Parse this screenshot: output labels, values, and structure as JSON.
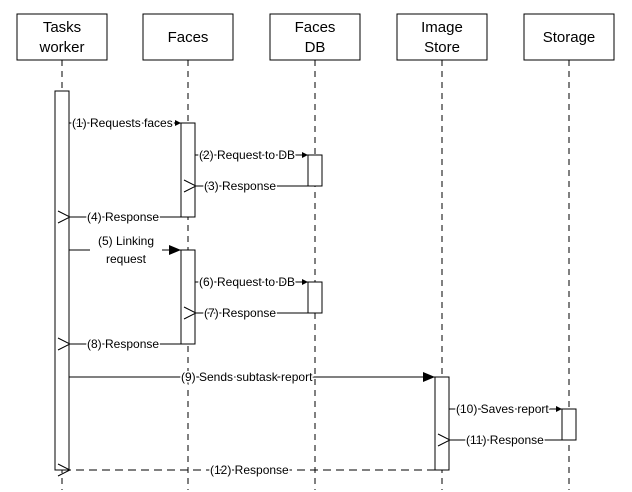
{
  "participants": [
    {
      "id": "tasks",
      "lines": [
        "Tasks",
        "worker"
      ]
    },
    {
      "id": "faces",
      "lines": [
        "Faces"
      ]
    },
    {
      "id": "facesdb",
      "lines": [
        "Faces",
        "DB"
      ]
    },
    {
      "id": "imagestore",
      "lines": [
        "Image",
        "Store"
      ]
    },
    {
      "id": "storage",
      "lines": [
        "Storage"
      ]
    }
  ],
  "messages": [
    {
      "n": 1,
      "label": "(1) Requests faces",
      "from": "tasks",
      "to": "faces",
      "kind": "sync"
    },
    {
      "n": 2,
      "label": "(2) Request to DB",
      "from": "faces",
      "to": "facesdb",
      "kind": "sync"
    },
    {
      "n": 3,
      "label": "(3) Response",
      "from": "facesdb",
      "to": "faces",
      "kind": "reply"
    },
    {
      "n": 4,
      "label": "(4) Response",
      "from": "faces",
      "to": "tasks",
      "kind": "reply"
    },
    {
      "n": 5,
      "label": "(5) Linking request",
      "from": "tasks",
      "to": "faces",
      "kind": "sync"
    },
    {
      "n": 6,
      "label": "(6) Request to DB",
      "from": "faces",
      "to": "facesdb",
      "kind": "sync"
    },
    {
      "n": 7,
      "label": "(7) Response",
      "from": "facesdb",
      "to": "faces",
      "kind": "reply"
    },
    {
      "n": 8,
      "label": "(8) Response",
      "from": "faces",
      "to": "tasks",
      "kind": "reply"
    },
    {
      "n": 9,
      "label": "(9) Sends subtask report",
      "from": "tasks",
      "to": "imagestore",
      "kind": "sync"
    },
    {
      "n": 10,
      "label": "(10) Saves report",
      "from": "imagestore",
      "to": "storage",
      "kind": "sync"
    },
    {
      "n": 11,
      "label": "(11) Response",
      "from": "storage",
      "to": "imagestore",
      "kind": "reply"
    },
    {
      "n": 12,
      "label": "(12) Response",
      "from": "imagestore",
      "to": "tasks",
      "kind": "reply-dashed"
    }
  ],
  "colors": {
    "line": "#000000",
    "background": "#ffffff"
  }
}
